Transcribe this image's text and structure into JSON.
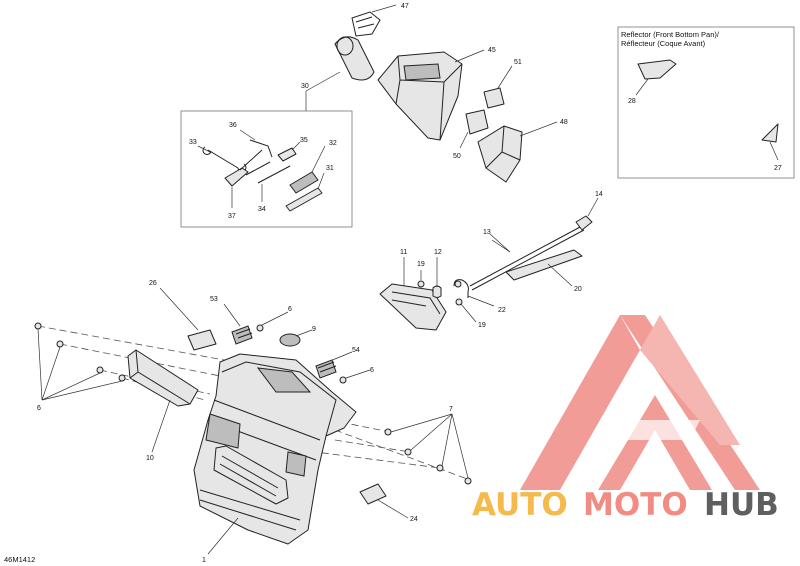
{
  "diagram": {
    "drawing_code": "46M1412",
    "inset": {
      "title_line1": "Reflector (Front Bottom Pan)/",
      "title_line2": "Réflecteur (Coque Avant)"
    },
    "callouts": {
      "c1": "1",
      "c6a": "6",
      "c6b": "6",
      "c6c": "6",
      "c7": "7",
      "c9": "9",
      "c10": "10",
      "c11": "11",
      "c12": "12",
      "c13": "13",
      "c14": "14",
      "c19a": "19",
      "c19b": "19",
      "c20": "20",
      "c22": "22",
      "c24": "24",
      "c26": "26",
      "c27": "27",
      "c28": "28",
      "c30": "30",
      "c31": "31",
      "c32": "32",
      "c33": "33",
      "c34": "34",
      "c35": "35",
      "c36": "36",
      "c37": "37",
      "c45": "45",
      "c47": "47",
      "c48": "48",
      "c50": "50",
      "c51": "51",
      "c53": "53",
      "c54": "54"
    }
  },
  "watermark": {
    "part1": "AUTO",
    "part2": "MOTO",
    "part3": "HUB",
    "colors": {
      "auto": "#f5b94c",
      "moto": "#f28b82",
      "hub": "#5f5f5f",
      "mark": "#f08b86"
    }
  }
}
